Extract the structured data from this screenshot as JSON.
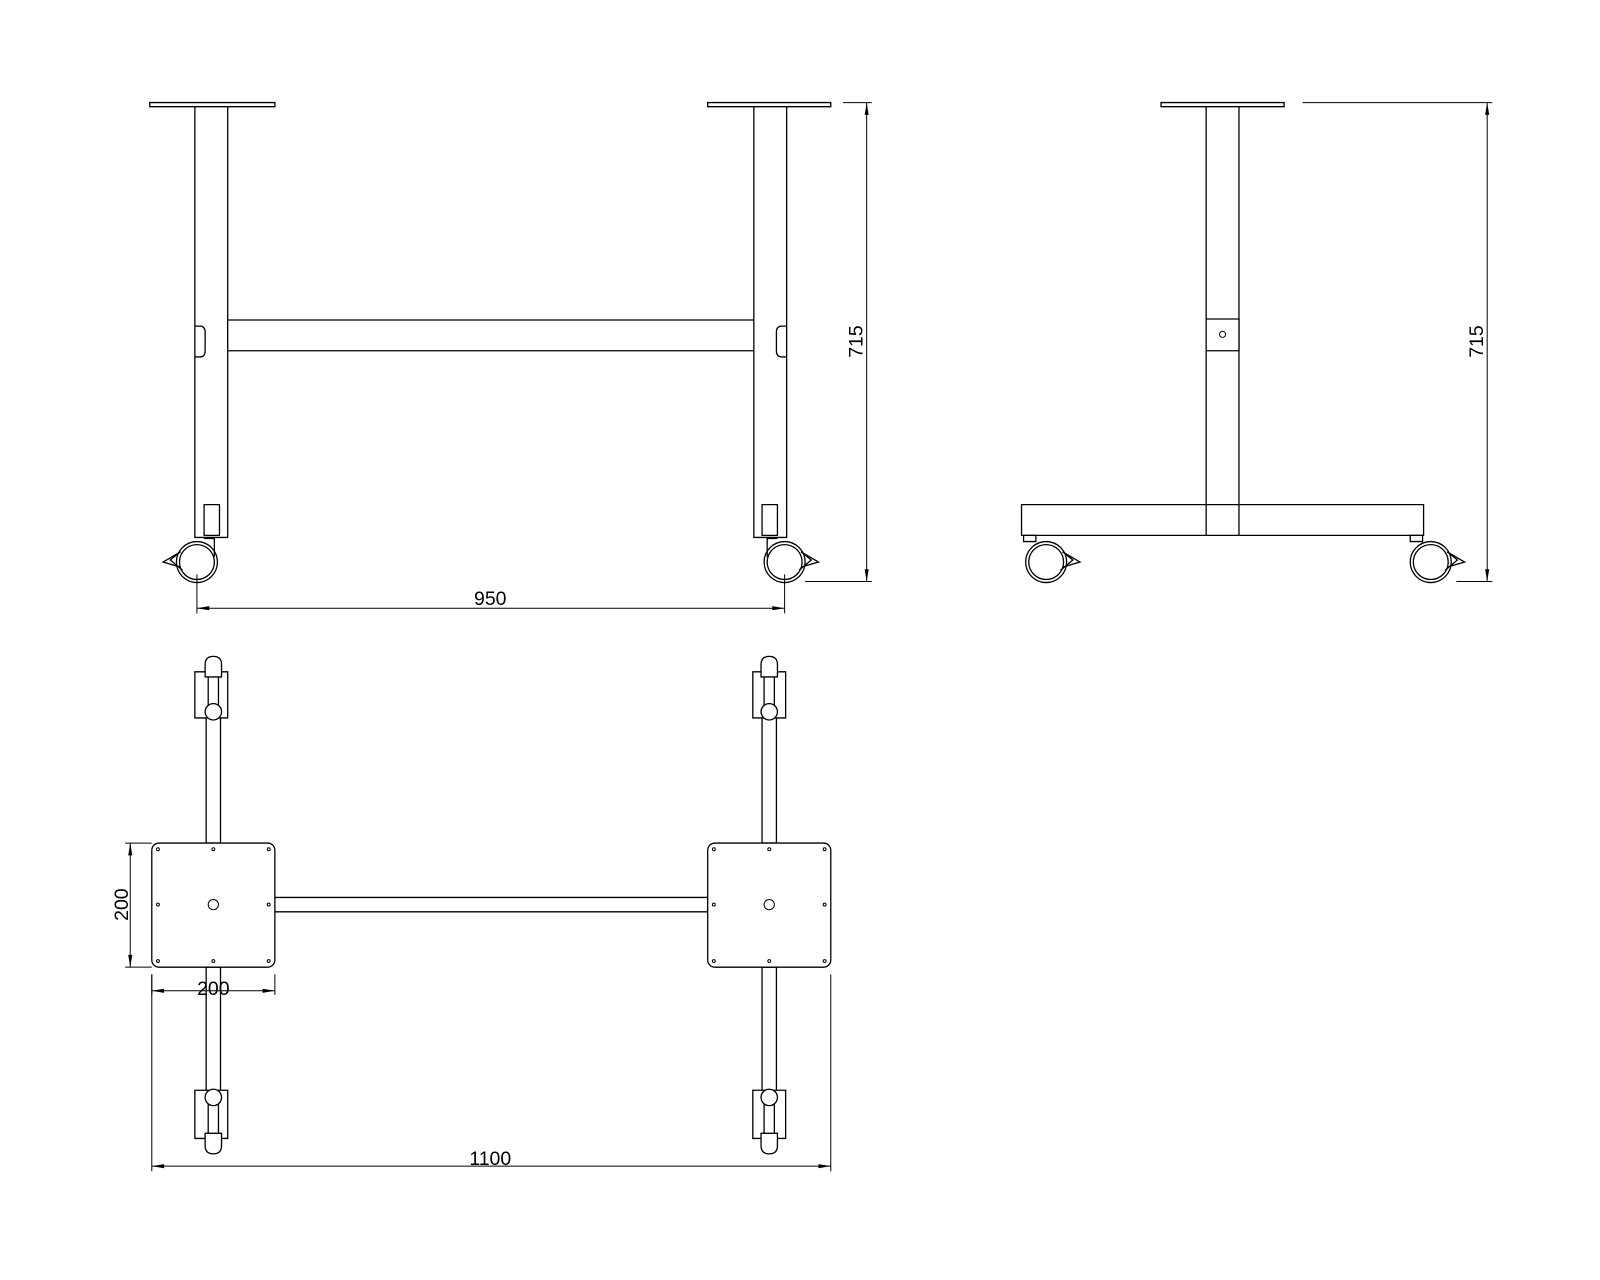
{
  "drawing": {
    "views": [
      "front-view",
      "side-view",
      "bottom-view"
    ],
    "dimensions": {
      "front_width": "950",
      "front_height": "715",
      "side_height": "715",
      "plate_height": "200",
      "plate_width": "200",
      "overall_length": "1100"
    },
    "line_color": "#000000",
    "background": "#ffffff"
  }
}
